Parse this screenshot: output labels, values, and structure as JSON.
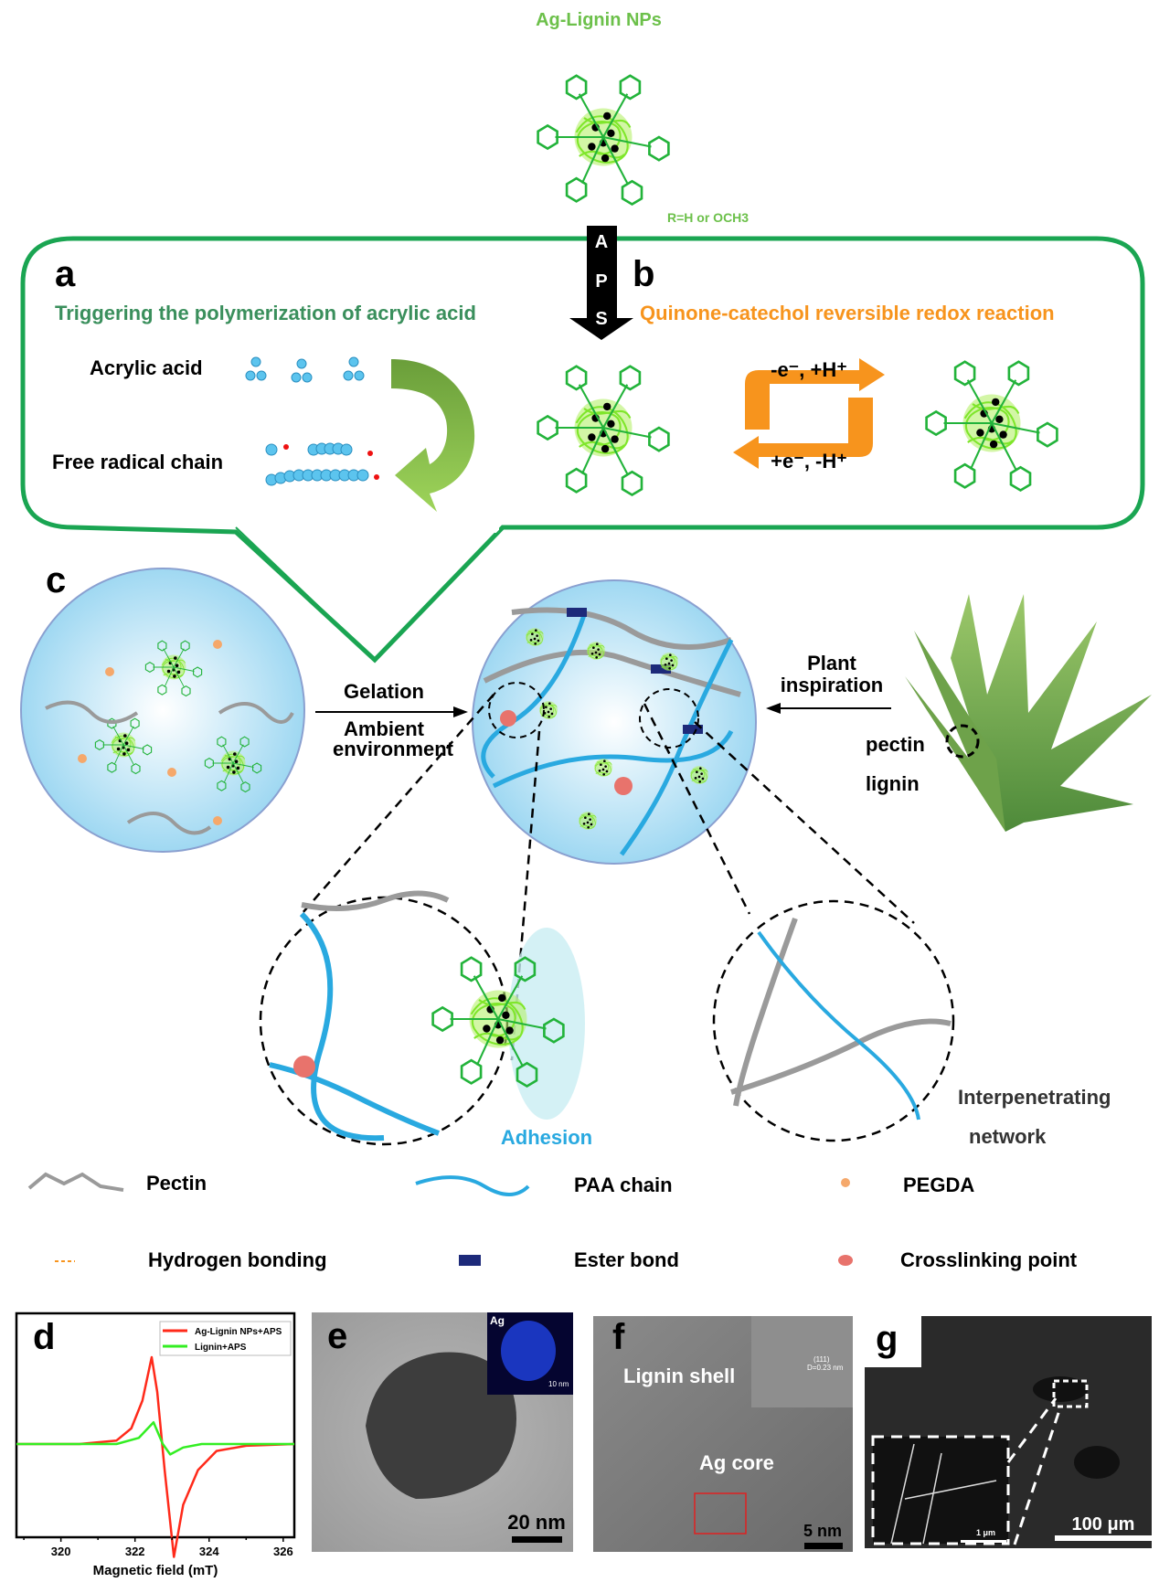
{
  "top": {
    "title": "Ag-Lignin NPs",
    "r_note": "R=H or OCH3",
    "aps_letters": [
      "A",
      "P",
      "S"
    ]
  },
  "panel_a": {
    "label": "a",
    "heading": "Triggering the polymerization of acrylic acid",
    "acrylic_acid": "Acrylic acid",
    "free_radical_chain": "Free radical chain"
  },
  "panel_b": {
    "label": "b",
    "heading": "Quinone-catechol reversible redox reaction",
    "forward": "-e⁻, +H⁺",
    "reverse": "+e⁻, -H⁺"
  },
  "panel_c": {
    "label": "c",
    "gelation": "Gelation",
    "ambient": "Ambient",
    "environment": "environment",
    "plant": "Plant",
    "inspiration": "inspiration",
    "pectin": "pectin",
    "lignin": "lignin",
    "adhesion": "Adhesion",
    "interpenetrating": "Interpenetrating",
    "network": "network"
  },
  "legend": {
    "pectin": "Pectin",
    "paa_chain": "PAA  chain",
    "pegda": "PEGDA",
    "hydrogen_bonding": "Hydrogen bonding",
    "ester_bond": "Ester bond",
    "crosslinking_point": "Crosslinking point"
  },
  "colors": {
    "green_frame": "#1aa552",
    "green_text": "#2e8b57",
    "lignin_green": "#7fe62b",
    "orange": "#f7941d",
    "paa_blue": "#29a9e0",
    "pectin_grey": "#9a9a9a",
    "crosslink": "#e8736c",
    "ester": "#1d2a7a"
  },
  "panel_d": {
    "label": "d"
  },
  "panel_e": {
    "label": "e",
    "inset_label": "Ag",
    "inset_scale": "10 nm",
    "scale": "20 nm"
  },
  "panel_f": {
    "label": "f",
    "shell": "Lignin shell",
    "core": "Ag core",
    "plane": "(111)",
    "spacing": "D=0.23 nm",
    "scale": "5 nm"
  },
  "panel_g": {
    "label": "g",
    "inset_scale": "1 μm",
    "scale": "100 μm"
  },
  "chart_data": {
    "type": "line",
    "title": "",
    "xlabel": "Magnetic field (mT)",
    "ylabel": "",
    "xlim": [
      318.8,
      326.3
    ],
    "ylim": [
      -1.5,
      1.35
    ],
    "x_ticks": [
      320,
      322,
      324,
      326
    ],
    "grid": false,
    "legend_position": "top-right",
    "series": [
      {
        "name": "Ag-Lignin NPs+APS",
        "color": "#ff2a1a",
        "x": [
          318.8,
          320.5,
          321.5,
          321.9,
          322.2,
          322.45,
          322.6,
          322.8,
          323.05,
          323.3,
          323.7,
          324.2,
          325.0,
          326.3
        ],
        "y": [
          0,
          0,
          0.04,
          0.18,
          0.5,
          1.0,
          0.6,
          -0.3,
          -1.3,
          -0.7,
          -0.3,
          -0.08,
          -0.02,
          0
        ]
      },
      {
        "name": "Lignin+APS",
        "color": "#33ee22",
        "x": [
          318.8,
          321.5,
          322.1,
          322.5,
          322.75,
          322.95,
          323.3,
          323.8,
          326.3
        ],
        "y": [
          0,
          0,
          0.07,
          0.25,
          0.0,
          -0.12,
          -0.04,
          0,
          0
        ]
      }
    ]
  }
}
